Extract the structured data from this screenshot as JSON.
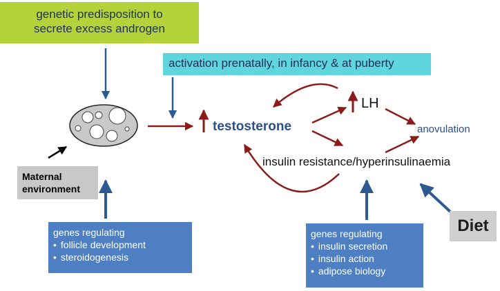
{
  "boxes": {
    "genetic": [
      "genetic predisposition to",
      "secrete excess androgen"
    ],
    "activation": "activation prenatally, in infancy & at puberty",
    "maternal": [
      "Maternal",
      "environment"
    ],
    "diet": "Diet",
    "genes_left": {
      "title": "genes regulating",
      "items": [
        "follicle development",
        "steroidogenesis"
      ]
    },
    "genes_right": {
      "title": "genes regulating",
      "items": [
        "insulin secretion",
        "insulin action",
        "adipose biology"
      ]
    }
  },
  "nodes": {
    "testosterone": "testosterone",
    "lh": "LH",
    "anovulation": "anovulation",
    "insulin": "insulin resistance/hyperinsulinaemia"
  },
  "colors": {
    "dark_red": "#8b1a1a",
    "steel_blue": "#2e5a92"
  }
}
